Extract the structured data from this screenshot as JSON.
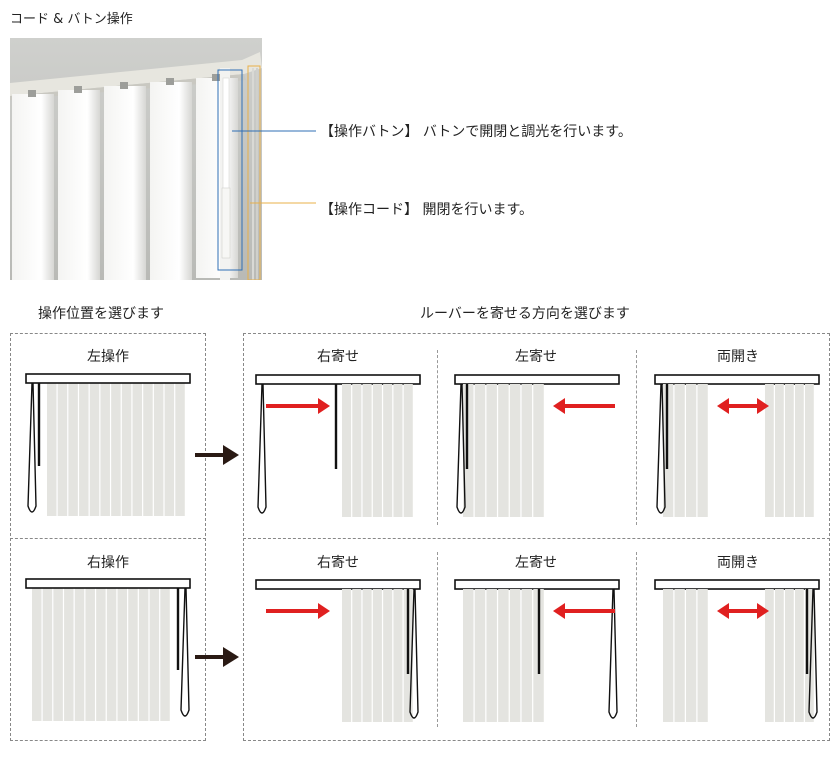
{
  "title": "コード & バトン操作",
  "callouts": {
    "baton": "【操作バトン】 バトンで開閉と調光を行います。",
    "cord": "【操作コード】 開閉を行います。"
  },
  "sections": {
    "position": "操作位置を選びます",
    "direction": "ルーバーを寄せる方向を選びます"
  },
  "positions": [
    "左操作",
    "右操作"
  ],
  "directions": [
    "右寄せ",
    "左寄せ",
    "両開き"
  ],
  "colors": {
    "arrow_red": "#e02020",
    "flow_arrow": "#2a1a14",
    "baton_line": "#2f6fb5",
    "cord_line": "#e8b04a",
    "louver": "#e4e4e0"
  }
}
